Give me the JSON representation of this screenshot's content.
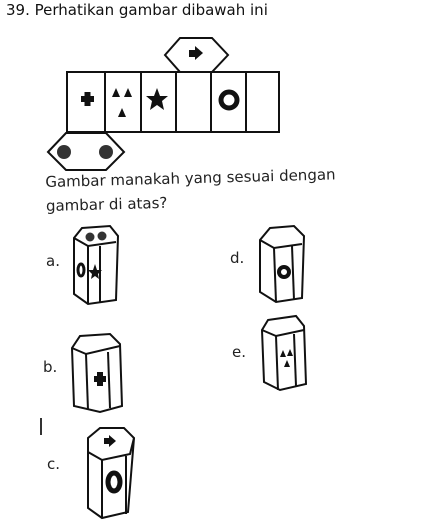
{
  "question": {
    "number_title": "39.  Perhatikan gambar dibawah ini",
    "prompt_line1": "Gambar manakah yang sesuai dengan",
    "prompt_line2": "gambar di atas?"
  },
  "net": {
    "top_hexagon_icon": "arrow-right-icon",
    "strip_faces": [
      "plus-icon",
      "three-triangles-icon",
      "star-icon",
      "blank",
      "ring-icon",
      "blank"
    ],
    "bottom_hexagon_icon": "two-dots-icon"
  },
  "options": [
    {
      "label": "a.",
      "top_face": "two-dots-icon",
      "front_face": "star-icon",
      "side_face": "ring-icon"
    },
    {
      "label": "b.",
      "top_face": "blank",
      "front_face": "plus-icon"
    },
    {
      "label": "c.",
      "top_face": "arrow-right-icon",
      "front_face": "ring-icon"
    },
    {
      "label": "d.",
      "top_face": "blank",
      "front_face": "ring-icon"
    },
    {
      "label": "e.",
      "top_face": "blank",
      "front_face": "three-triangles-icon"
    }
  ]
}
